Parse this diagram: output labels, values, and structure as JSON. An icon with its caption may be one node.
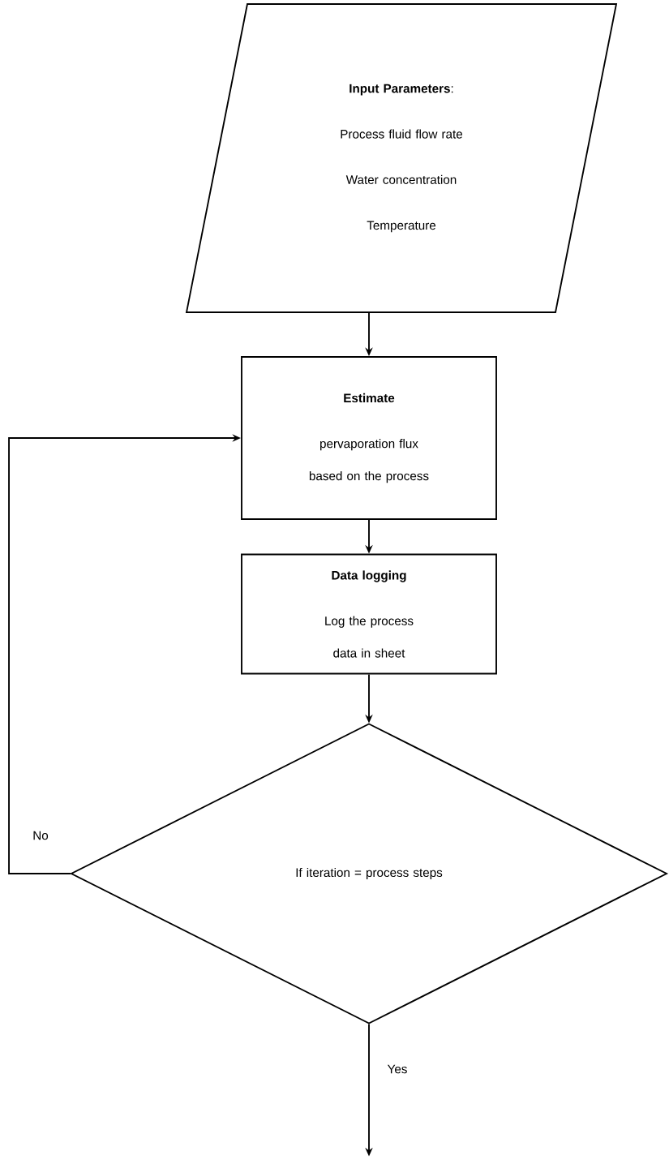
{
  "diagram": {
    "nodes": [
      {
        "text": [
          "**Input Parameters**:",
          "Process fluid flow rate",
          "Water concentration",
          "Temperature"
        ]
      },
      {
        "text": [
          "Estimate",
          "pervaporation flux based on the process"
        ]
      },
      {
        "text": [
          "Data logging",
          "Log the process data in sheet"
        ]
      },
      {
        "text": [
          "If iteration = process steps"
        ]
      }
    ],
    "edges": [
      {
        "from": 0,
        "to": 1,
        "arrow": "to"
      },
      {
        "from": 1,
        "to": 2,
        "arrow": "to"
      },
      {
        "from": 2,
        "to": 3,
        "arrow": "to"
      },
      {
        "from": 3,
        "to": 1,
        "arrow": "to",
        "label": "No"
      },
      {
        "from": 3,
        "to": null,
        "arrow": "to",
        "label": "Yes"
      }
    ]
  }
}
